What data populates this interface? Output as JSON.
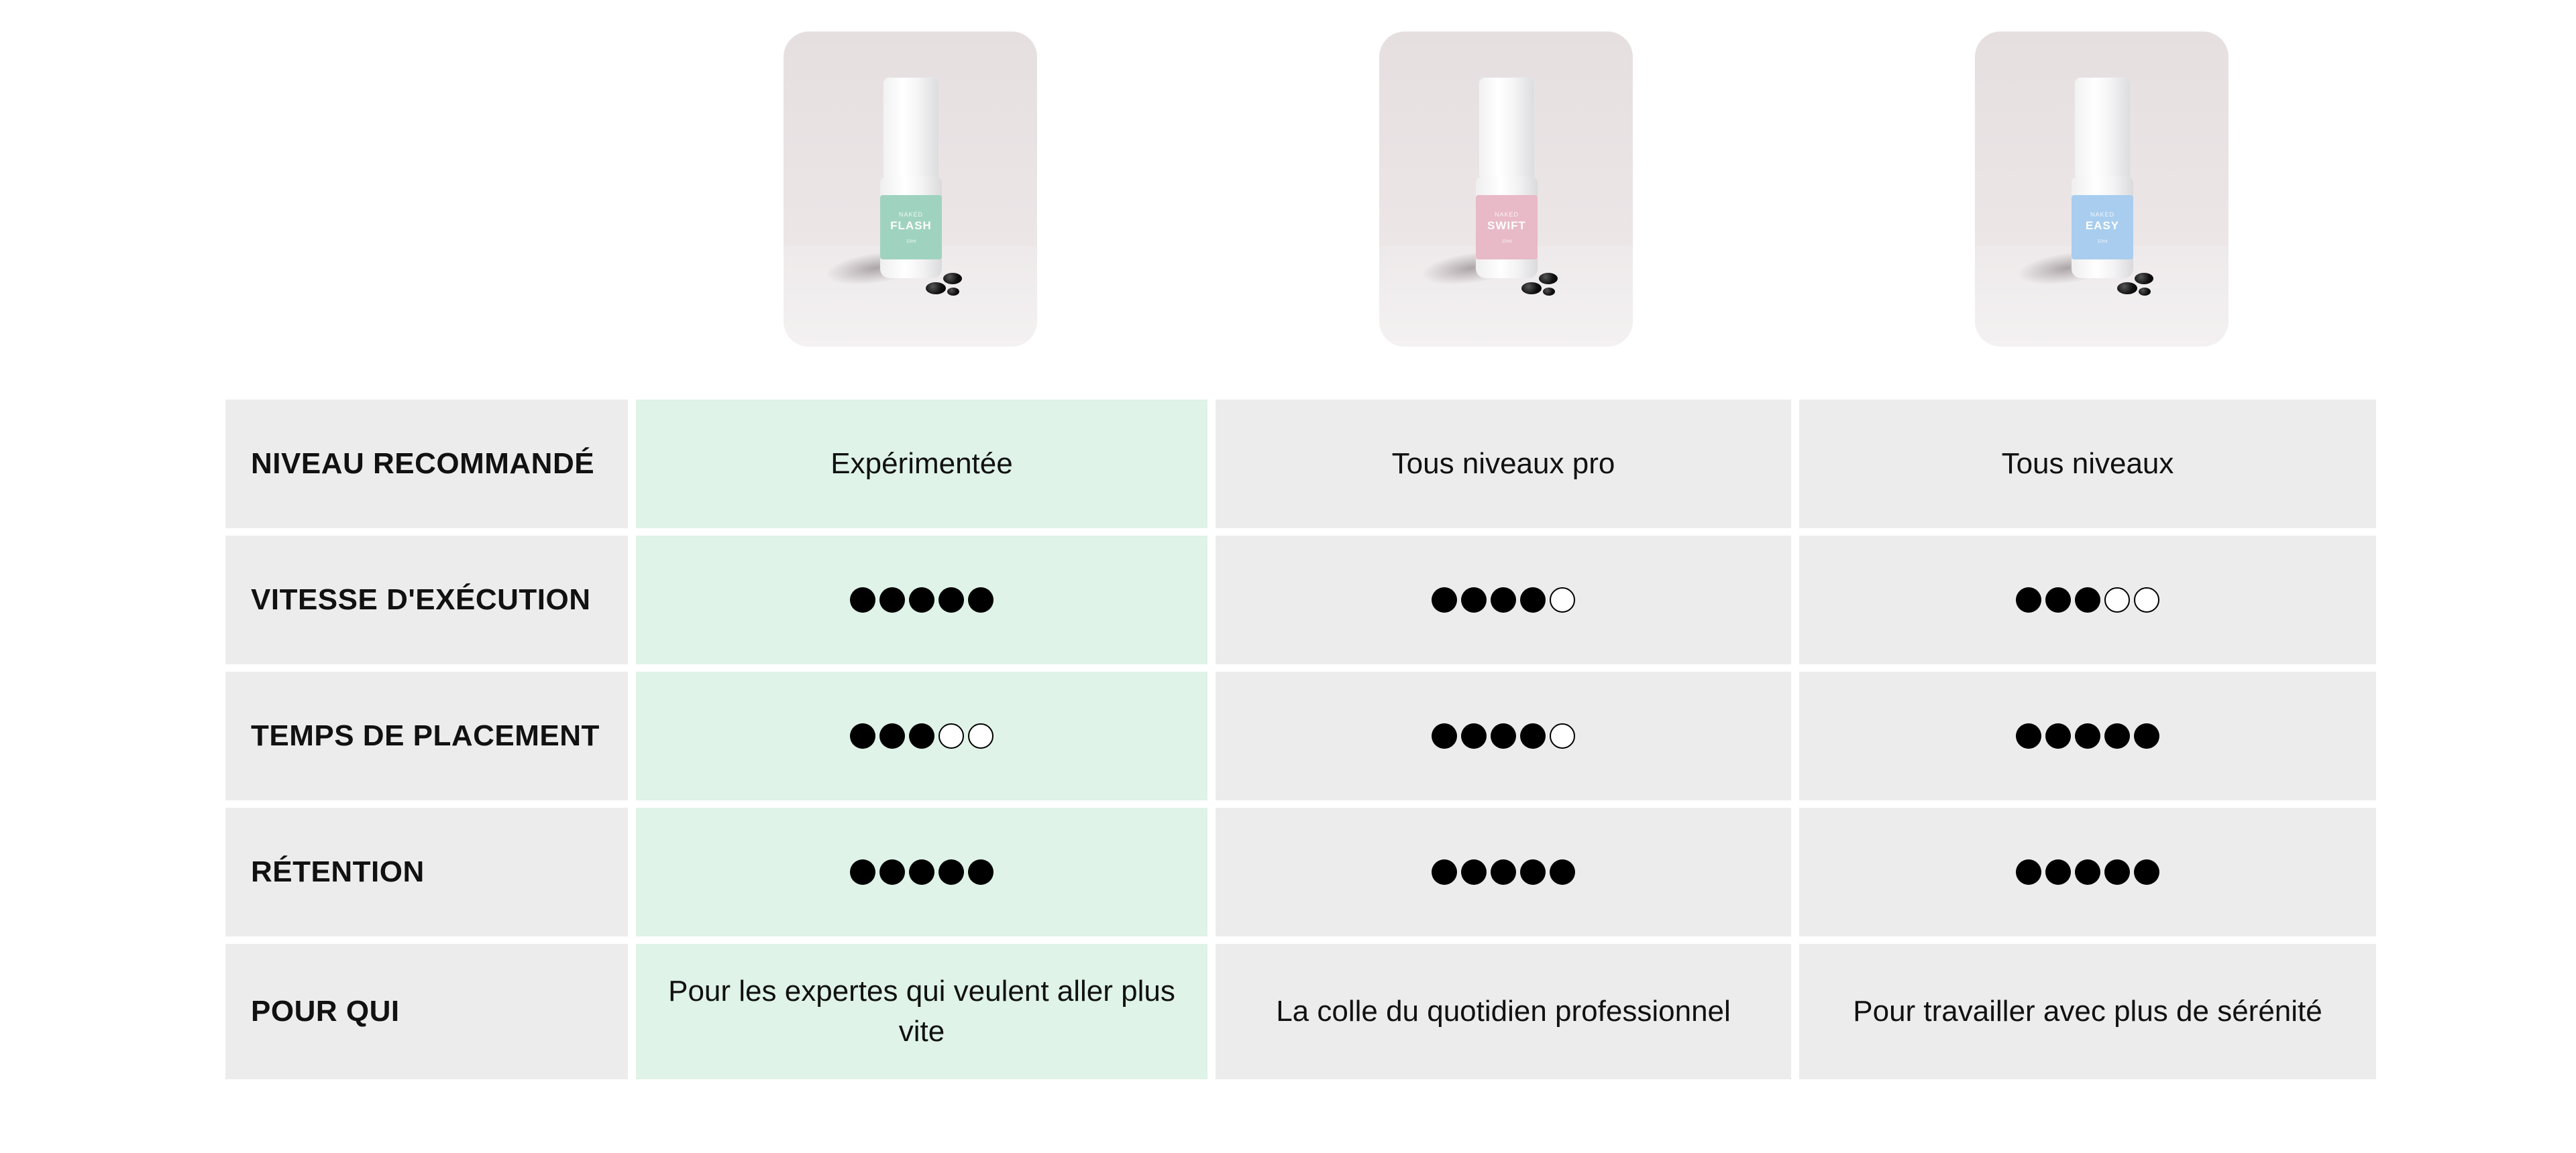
{
  "products": [
    {
      "brand": "NAKED",
      "name": "FLASH",
      "sub": "10ml",
      "label_color": "#9fd3c0"
    },
    {
      "brand": "NAKED",
      "name": "SWIFT",
      "sub": "10ml",
      "label_color": "#e8b9c6"
    },
    {
      "brand": "NAKED",
      "name": "EASY",
      "sub": "10ml",
      "label_color": "#a8cdee"
    }
  ],
  "rows": [
    {
      "label": "NIVEAU RECOMMANDÉ",
      "type": "text",
      "values": [
        "Expérimentée",
        "Tous niveaux pro",
        "Tous niveaux"
      ]
    },
    {
      "label": "VITESSE D'EXÉCUTION",
      "type": "rating",
      "values": [
        5,
        4,
        3
      ],
      "max": 5
    },
    {
      "label": "TEMPS DE PLACEMENT",
      "type": "rating",
      "values": [
        3,
        4,
        5
      ],
      "max": 5
    },
    {
      "label": "RÉTENTION",
      "type": "rating",
      "values": [
        5,
        5,
        5
      ],
      "max": 5
    },
    {
      "label": "POUR QUI",
      "type": "text",
      "values": [
        "Pour les expertes qui veulent aller plus vite",
        "La colle du quotidien professionnel",
        "Pour travailler avec plus de sérénité"
      ]
    }
  ],
  "colors": {
    "highlight_column": "#dff3e8",
    "cell_background": "#ececec",
    "rating_on": "#000000",
    "rating_off": "#ffffff"
  }
}
